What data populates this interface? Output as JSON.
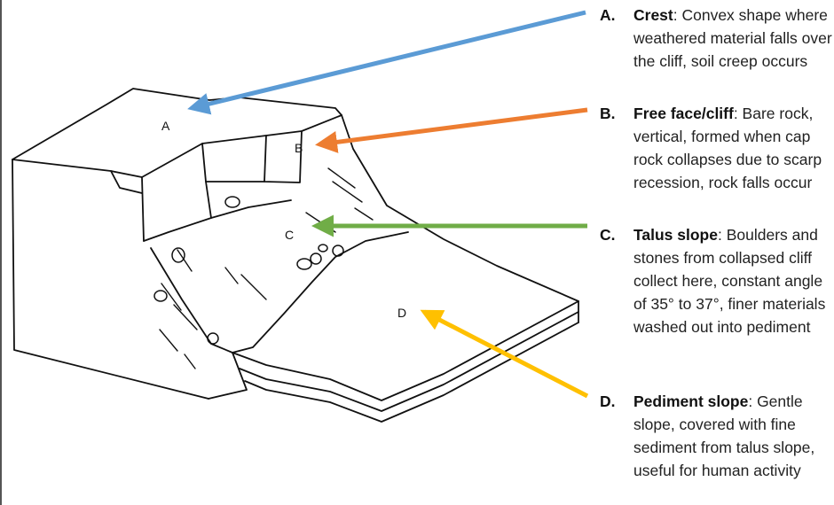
{
  "diagram": {
    "labels": {
      "a": "A",
      "b": "B",
      "c": "C",
      "d": "D"
    },
    "arrow_colors": {
      "a": "#5b9bd5",
      "b": "#ed7d31",
      "c": "#70ad47",
      "d": "#ffc000"
    }
  },
  "legend": [
    {
      "letter": "A.",
      "term": "Crest",
      "description": ": Convex shape where weathered material falls over the cliff, soil creep occurs"
    },
    {
      "letter": "B.",
      "term": "Free face/cliff",
      "description": ": Bare rock, vertical, formed when cap rock collapses due to scarp recession, rock falls occur"
    },
    {
      "letter": "C.",
      "term": "Talus slope",
      "description": ": Boulders and stones from collapsed cliff collect here, constant angle of 35° to 37°, finer materials washed out into pediment"
    },
    {
      "letter": "D.",
      "term": "Pediment slope",
      "description": ": Gentle slope, covered with fine sediment from talus slope, useful for human activity"
    }
  ]
}
